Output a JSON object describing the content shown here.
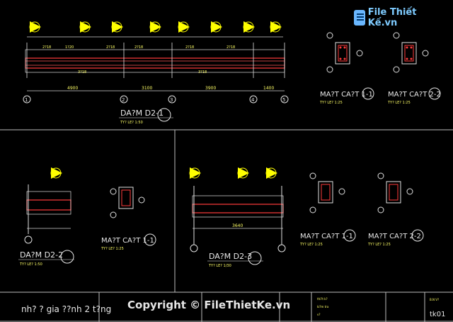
{
  "watermark": {
    "logo_text": "File Thiết Kế.vn",
    "copyright": "Copyright © FileThietKe.vn"
  },
  "drawings": {
    "beam1_title": "DA?M  D2-1",
    "beam1_scale": "TY? LE? 1:50",
    "beam2_title": "DA?M  D2-2",
    "beam2_scale": "TY? LE? 1:50",
    "beam3_title": "DA?M  D2-3",
    "beam3_scale": "TY? LE? 1/30",
    "sec1_title": "MA?T  CA?T 1-1",
    "sec2_title": "MA?T  CA?T 2-2",
    "sec_scale": "TY? LE? 1:25",
    "sec3_title": "MA?T  CA?T 1-1",
    "sec4_title": "MA?T  CA?T 1-1",
    "sec5_title": "MA?T  CA?T 2-2"
  },
  "grid_labels_top": [
    "3",
    "2",
    "1",
    "2",
    "3",
    "3",
    "2",
    "1"
  ],
  "axis_labels_beam1": [
    "1",
    "2",
    "3",
    "4",
    "5"
  ],
  "dims_beam1": [
    "4900",
    "3100",
    "3900",
    "1400"
  ],
  "dims_beam3": [
    "3640"
  ],
  "title_block": {
    "project": "nh? ? gia ??nh 2 t?ng",
    "sheet_no": "tk01",
    "ban_ve": "B.N V?",
    "design": "thi?t k?",
    "check": "ki?m tra",
    "draw": "v?"
  }
}
